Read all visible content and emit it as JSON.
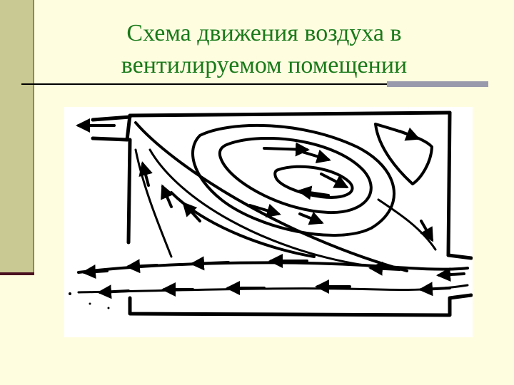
{
  "slide": {
    "title_line1": "Схема движения воздуха в",
    "title_line2": "вентилируемом помещении"
  },
  "colors": {
    "background": "#fffde0",
    "side_strip": "#c9c993",
    "title_text": "#1a7a1a",
    "ink": "#000000",
    "accent_bar": "#9a9aad"
  },
  "diagram": {
    "icon": "room-airflow-sketch"
  }
}
